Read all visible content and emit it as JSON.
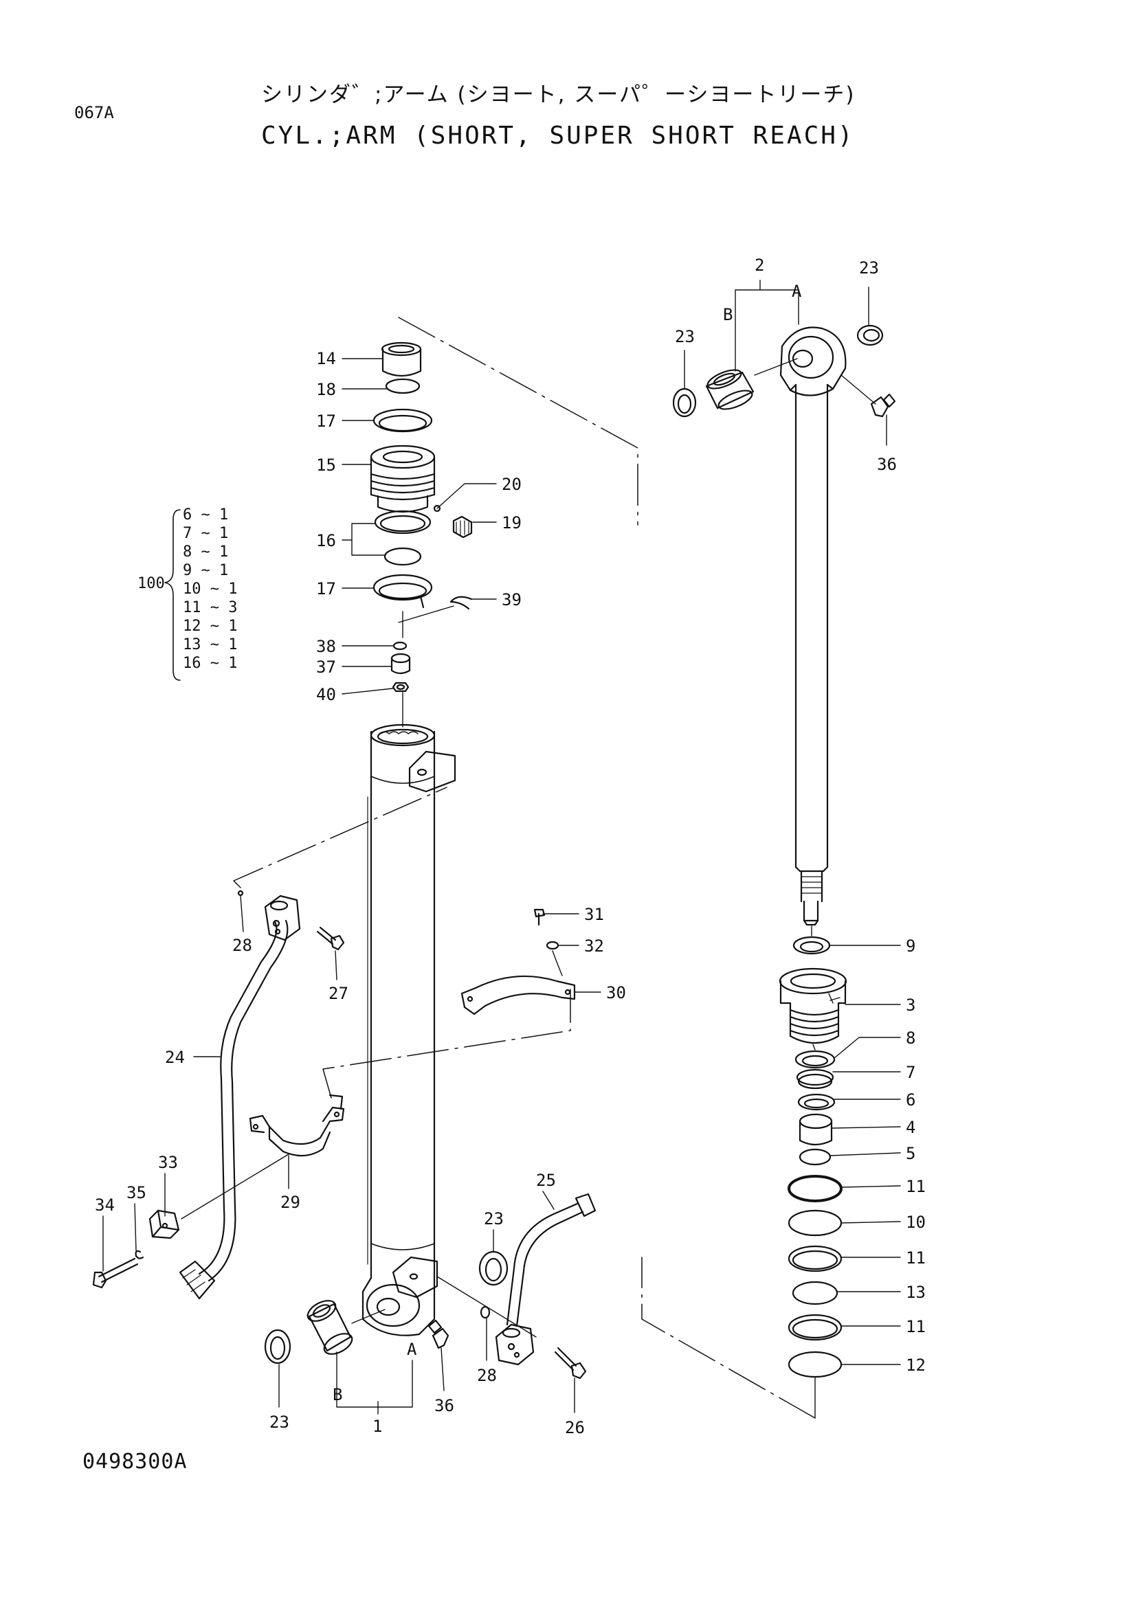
{
  "header": {
    "page_code": "067A",
    "title_jp": "シリンダ゛;アーム (シヨート, スーパ゜ーシヨートリーチ)",
    "title_en": "CYL.;ARM (SHORT, SUPER SHORT REACH)"
  },
  "footer": {
    "drawing_number": "0498300A"
  },
  "kit": {
    "label": "100",
    "items": [
      "6 ~ 1",
      "7 ~ 1",
      "8 ~ 1",
      "9 ~ 1",
      "10 ~ 1",
      "11 ~ 3",
      "12 ~ 1",
      "13 ~ 1",
      "16 ~ 1"
    ]
  },
  "callouts": {
    "c14": "14",
    "c18": "18",
    "c17a": "17",
    "c15": "15",
    "c20": "20",
    "c16": "16",
    "c19": "19",
    "c17b": "17",
    "c39": "39",
    "c38": "38",
    "c37": "37",
    "c40": "40",
    "c28a": "28",
    "c27": "27",
    "c24": "24",
    "c29": "29",
    "c33": "33",
    "c35": "35",
    "c34": "34",
    "c31": "31",
    "c32": "32",
    "c30": "30",
    "c23a": "23",
    "c25": "25",
    "c28b": "28",
    "c36a": "36",
    "c26": "26",
    "c23b": "23",
    "cB1": "B",
    "cA1": "A",
    "c1": "1",
    "c2": "2",
    "cB2": "B",
    "cA2": "A",
    "c23c": "23",
    "c23d": "23",
    "c36b": "36",
    "c9": "9",
    "c3": "3",
    "c8": "8",
    "c7": "7",
    "c6": "6",
    "c4": "4",
    "c5": "5",
    "c11a": "11",
    "c10": "10",
    "c11b": "11",
    "c13": "13",
    "c11c": "11",
    "c12": "12"
  },
  "colors": {
    "ink": "#111111",
    "paper": "#ffffff"
  }
}
